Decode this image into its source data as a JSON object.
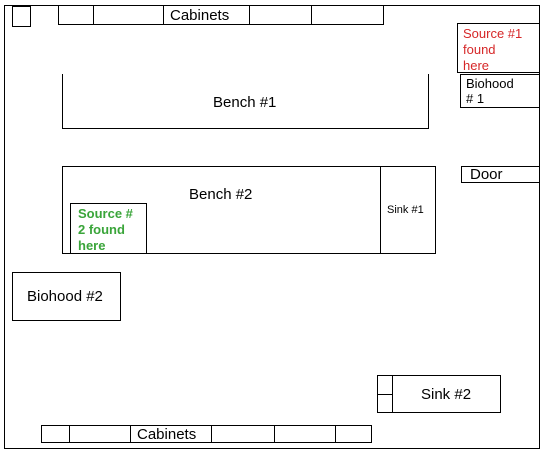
{
  "floor_plan": {
    "top_cabinets_label": "Cabinets",
    "bottom_cabinets_label": "Cabinets",
    "bench1_label": "Bench #1",
    "bench2_label": "Bench #2",
    "sink1_label": "Sink #1",
    "sink2_label": "Sink #2",
    "biohood1_line1": "Biohood",
    "biohood1_line2": "# 1",
    "biohood2_label": "Biohood #2",
    "door_label": "Door",
    "source1_lines": [
      "Source #1",
      "found",
      "here"
    ],
    "source2_lines": [
      "Source #",
      "2 found",
      "here"
    ],
    "colors": {
      "source1": "#d62728",
      "source2": "#3aa53a",
      "lines": "#000000"
    }
  }
}
